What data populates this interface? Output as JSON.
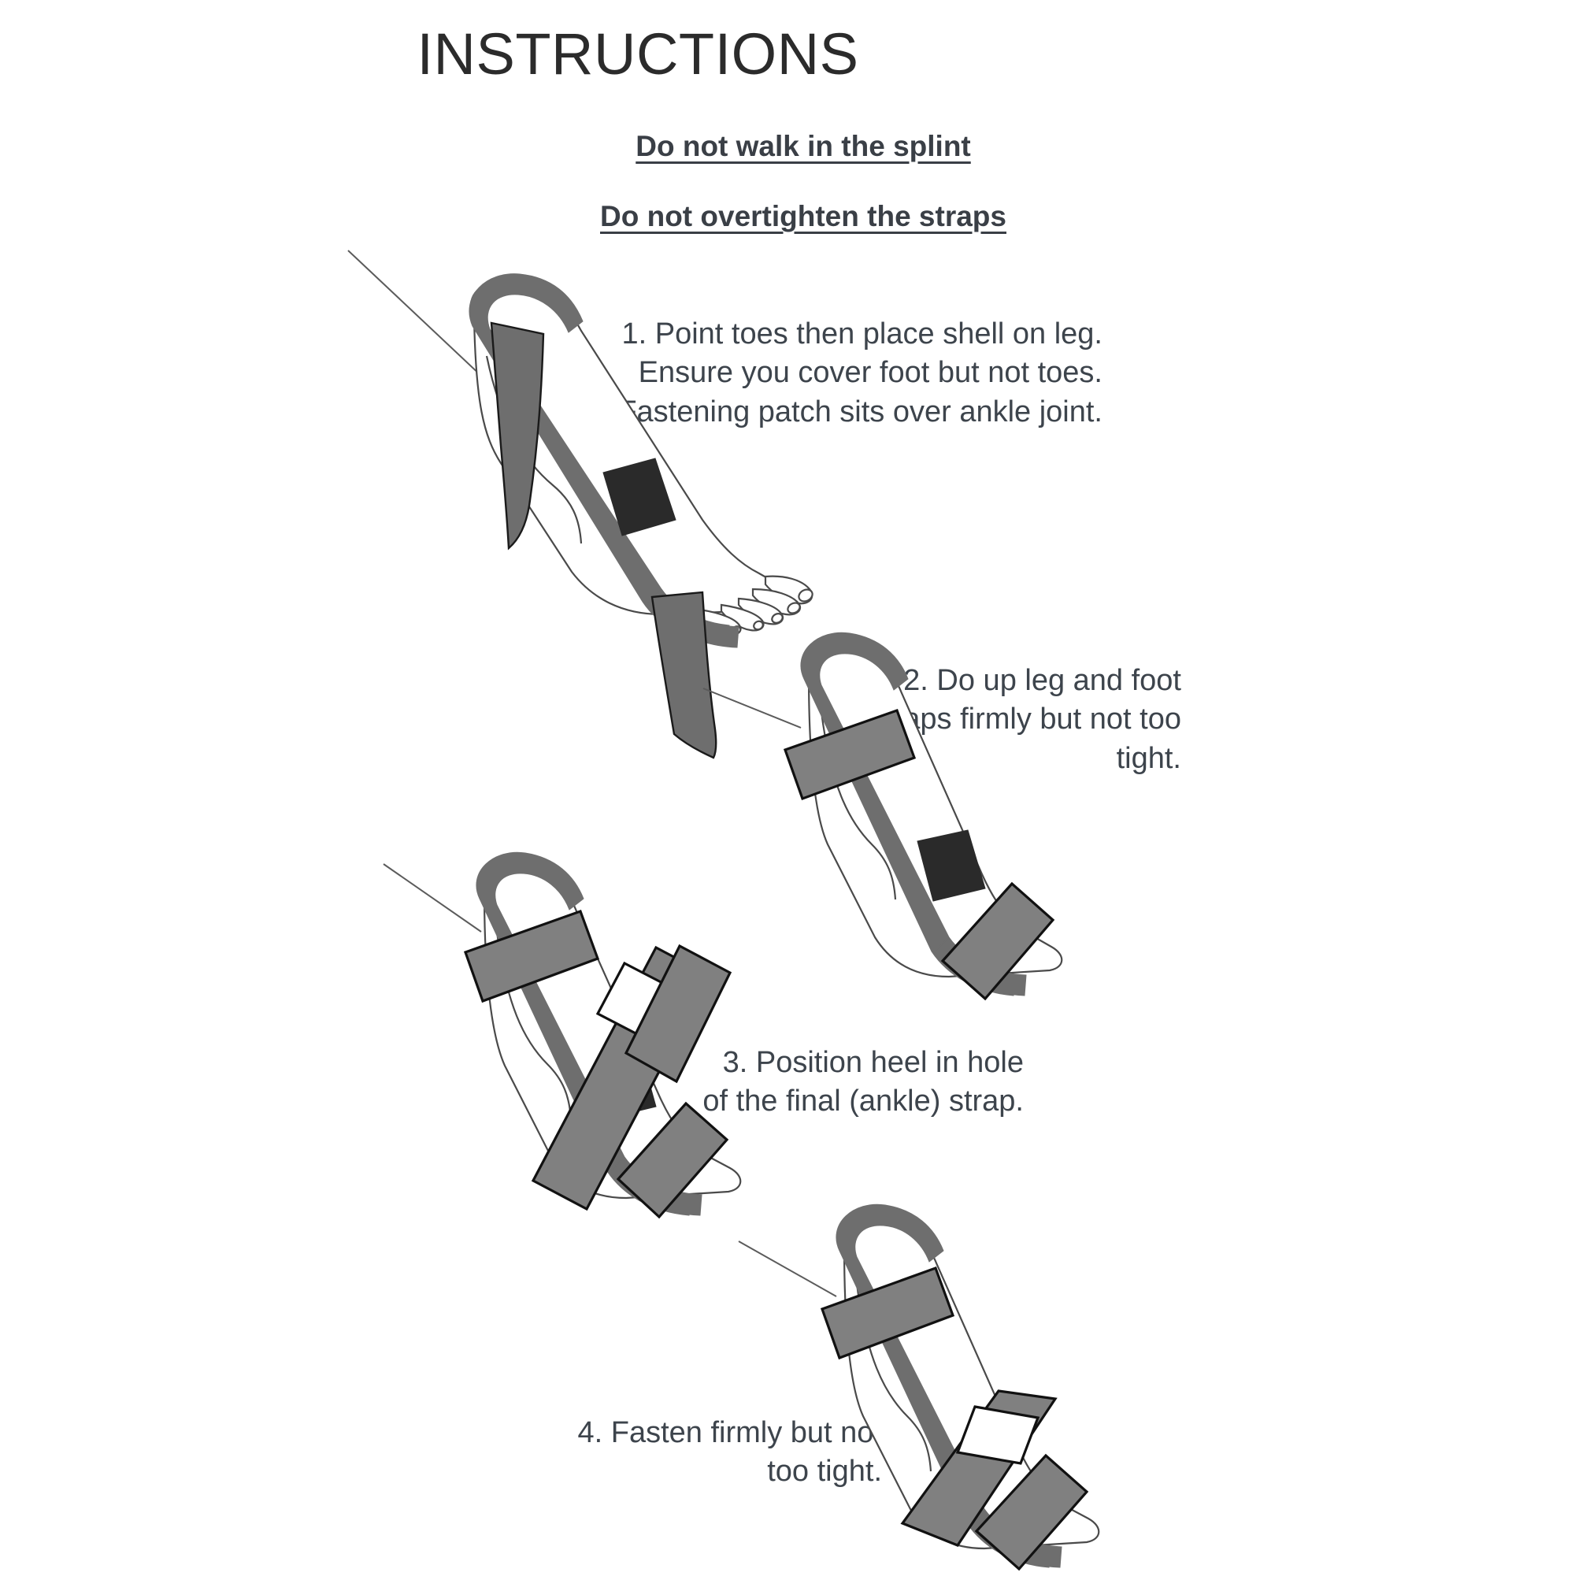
{
  "document": {
    "title": "INSTRUCTIONS",
    "warnings": [
      "Do not walk in the splint",
      "Do not overtighten the straps"
    ]
  },
  "steps": [
    {
      "number": "1",
      "text": "1. Point toes then place shell on leg. Ensure you cover foot but not toes. Fastening patch sits over ankle joint.",
      "illustration": "splint-shell-unfastened-on-leg"
    },
    {
      "number": "2",
      "text": "2. Do up leg and foot straps firmly but not too tight.",
      "illustration": "splint-leg-and-foot-straps-fastened"
    },
    {
      "number": "3",
      "text": "3. Position heel in hole of the final (ankle) strap.",
      "illustration": "splint-ankle-strap-heel-hole-positioning"
    },
    {
      "number": "4",
      "text": "4. Fasten firmly but not too tight.",
      "illustration": "splint-fully-fastened"
    }
  ],
  "colors": {
    "background": "#ffffff",
    "title_text": "#2b2b2b",
    "body_text": "#3d444c",
    "shell_gray": "#6e6e6e",
    "strap_gray": "#808080",
    "fastening_patch": "#2a2a2a",
    "outline": "#4a4a4a"
  }
}
